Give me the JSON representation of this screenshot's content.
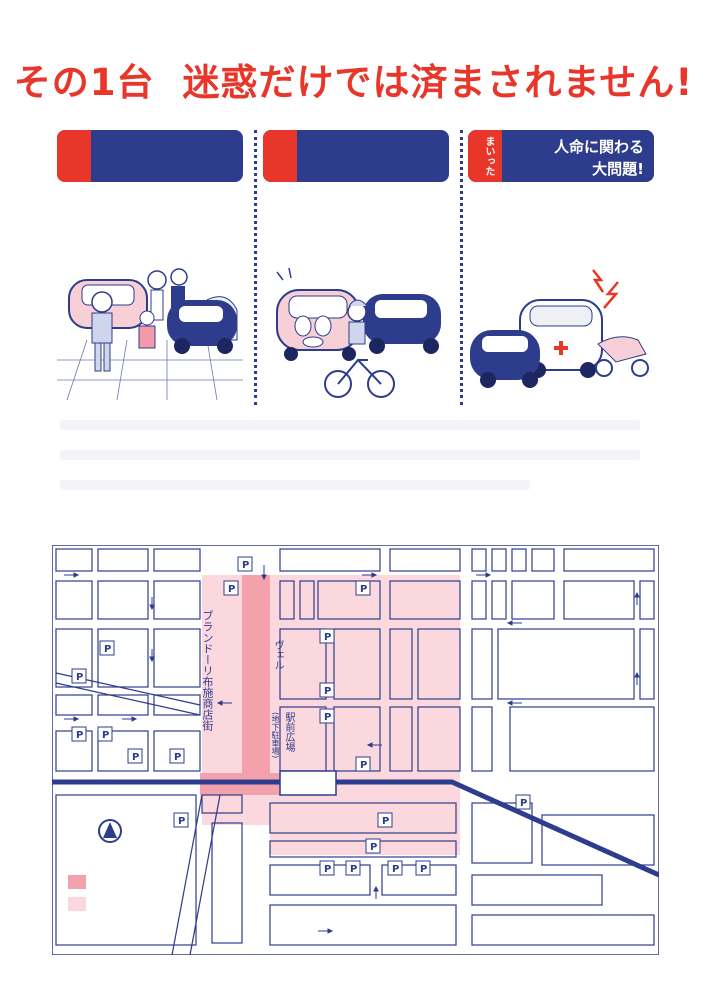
{
  "title": {
    "part1": "その1台",
    "part2": "迷惑だけでは済まされません!"
  },
  "panels": [
    {
      "line1": "",
      "line2": ""
    },
    {
      "line1": "",
      "line2": ""
    },
    {
      "vertical": "まいった",
      "line1": "人命に関わる",
      "line2": "大問題!"
    }
  ],
  "map": {
    "street_label": "ブランドーリ布施商店街",
    "labels": {
      "ve": "ヴェル",
      "plaza": "駅前広場",
      "underground": "(地下駐車場)"
    },
    "parking_symbol": "P"
  },
  "colors": {
    "red": "#e8362a",
    "navy": "#2d3c8c",
    "pink": "#f4b2bd",
    "light_pink": "#fbd8de"
  }
}
